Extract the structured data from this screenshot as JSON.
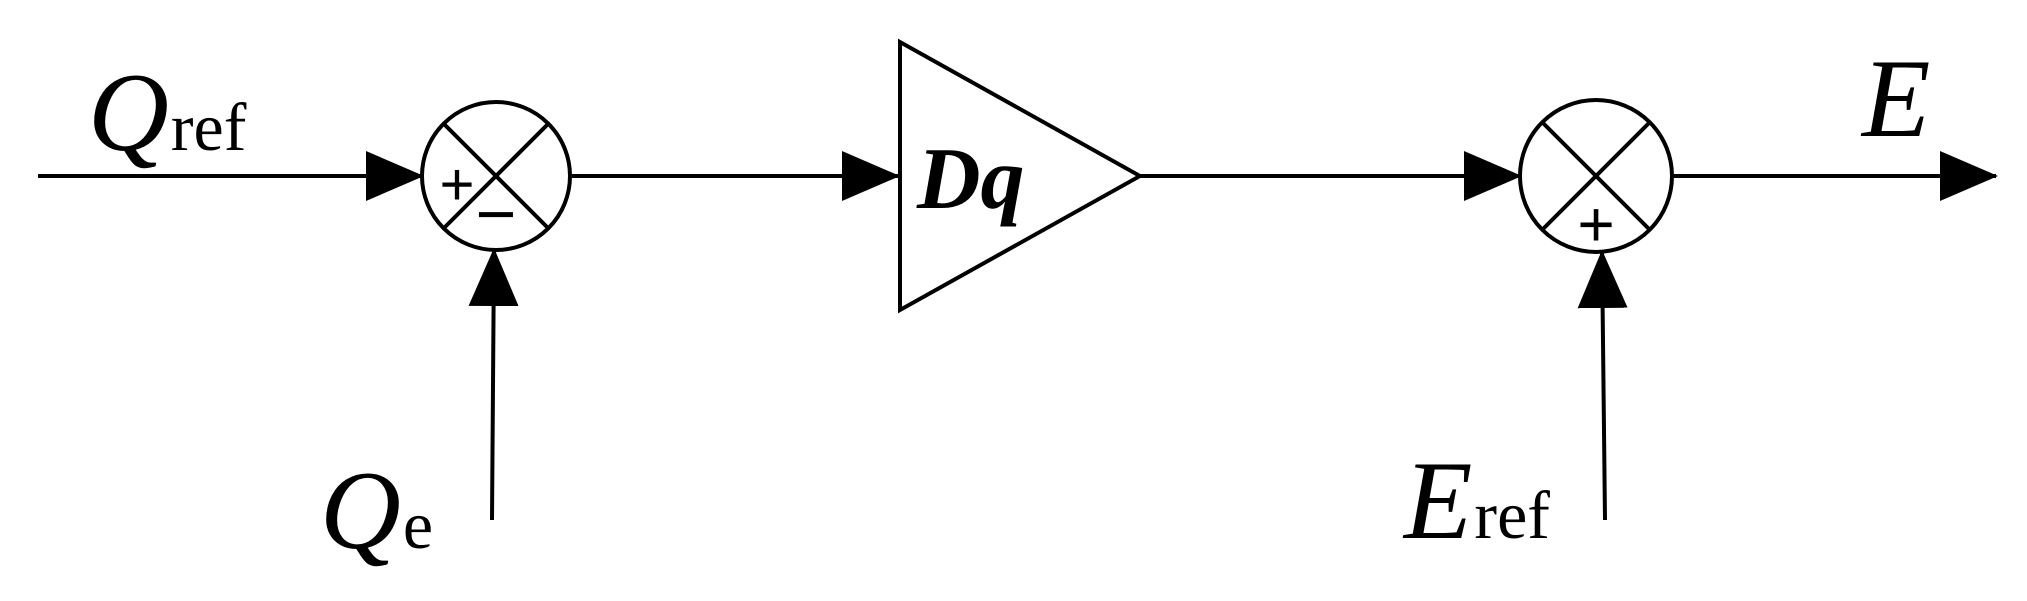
{
  "diagram": {
    "inputs": {
      "q_ref": {
        "main": "Q",
        "sub": "ref"
      },
      "q_e": {
        "main": "Q",
        "sub": "e"
      },
      "e_ref": {
        "main": "E",
        "sub": "ref"
      }
    },
    "output": {
      "main": "E"
    },
    "gain_block": {
      "label": "Dq"
    },
    "summer1": {
      "sign_left": "+",
      "sign_bottom": "−"
    },
    "summer2": {
      "sign_bottom": "+"
    },
    "stroke_color": "#000000",
    "background_color": "#ffffff"
  }
}
